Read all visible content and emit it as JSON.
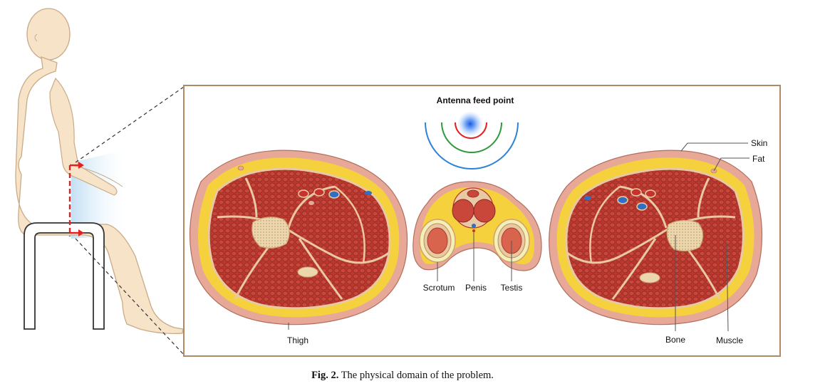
{
  "diagram": {
    "title": "Antenna feed point",
    "labels": {
      "skin": "Skin",
      "fat": "Fat",
      "thigh": "Thigh",
      "scrotum": "Scrotum",
      "penis": "Penis",
      "testis": "Testis",
      "bone": "Bone",
      "muscle": "Muscle"
    },
    "colors": {
      "frame": "#b08a66",
      "skin": "#e8a898",
      "fat": "#f5d13e",
      "muscle": "#b5352d",
      "muscle_dark": "#8e2620",
      "fascia": "#e9c9a3",
      "bone": "#edd7ae",
      "vein": "#2f6fc4",
      "artery": "#c8322d",
      "arc_red": "#e02222",
      "arc_green": "#2e9a3c",
      "arc_blue": "#2c83d6",
      "body": "#f6e3c8",
      "body_outline": "#c9ab89",
      "feed_blue": "#1f63e0"
    }
  },
  "caption": {
    "prefix": "Fig. 2.",
    "text": "The physical domain of the problem."
  }
}
